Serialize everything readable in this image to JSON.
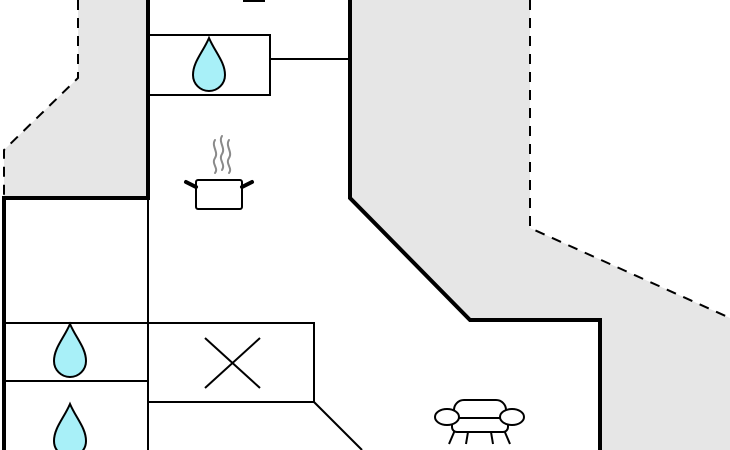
{
  "floorplan": {
    "colors": {
      "exterior_fill": "#e6e6e6",
      "wall": "#000000",
      "water_fill": "#a8f0f8",
      "steam": "#8a8a8a",
      "background": "#ffffff"
    },
    "symbols": {
      "water_points": 3,
      "cooktop": 1,
      "sofa": 1,
      "unfurnished_room_marker": 1
    }
  }
}
